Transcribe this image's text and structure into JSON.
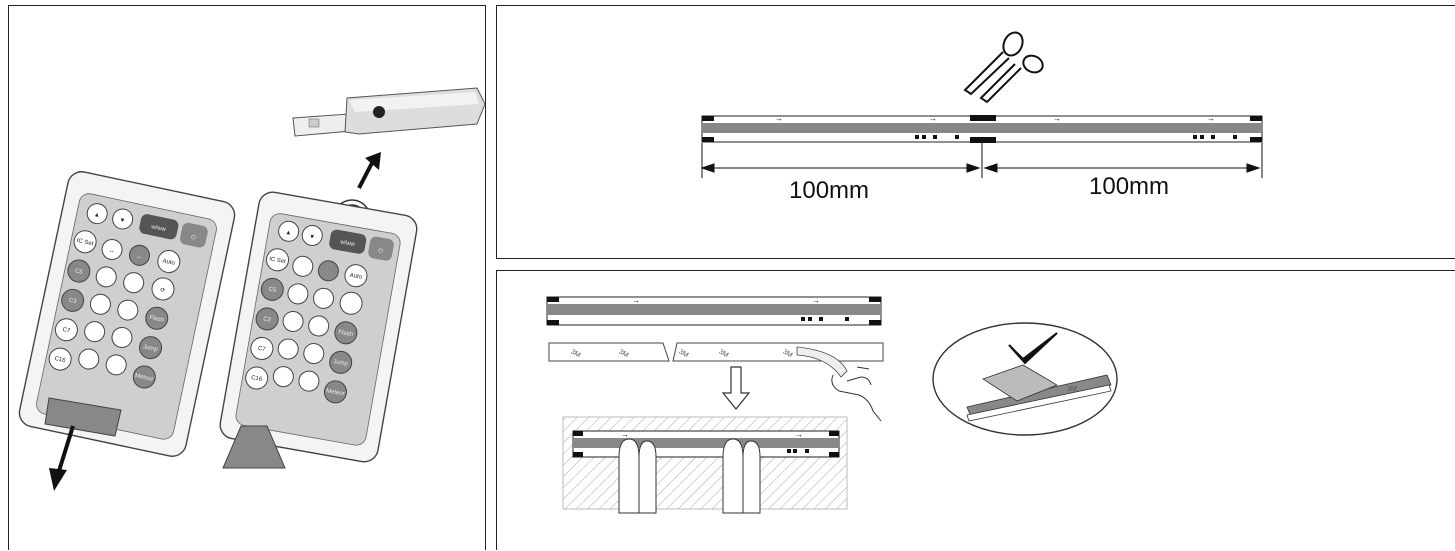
{
  "cutting": {
    "segment_label_1": "100mm",
    "segment_label_2": "100mm"
  },
  "remote": {
    "buttons": {
      "up": "",
      "down": "",
      "www": "w/ww",
      "ic_set": "IC Set",
      "auto": "Auto",
      "c5": "C5",
      "c3": "C3",
      "c7": "C7",
      "c16": "C16",
      "flash": "Flash",
      "jump": "Jump",
      "meteor": "Meteor"
    }
  },
  "tape": {
    "marking": "3M"
  },
  "icons": [
    "scissors-icon",
    "checkmark-icon",
    "down-arrow-icon",
    "hand-icon",
    "finger-icon",
    "signal-wave-icon",
    "power-icon"
  ]
}
